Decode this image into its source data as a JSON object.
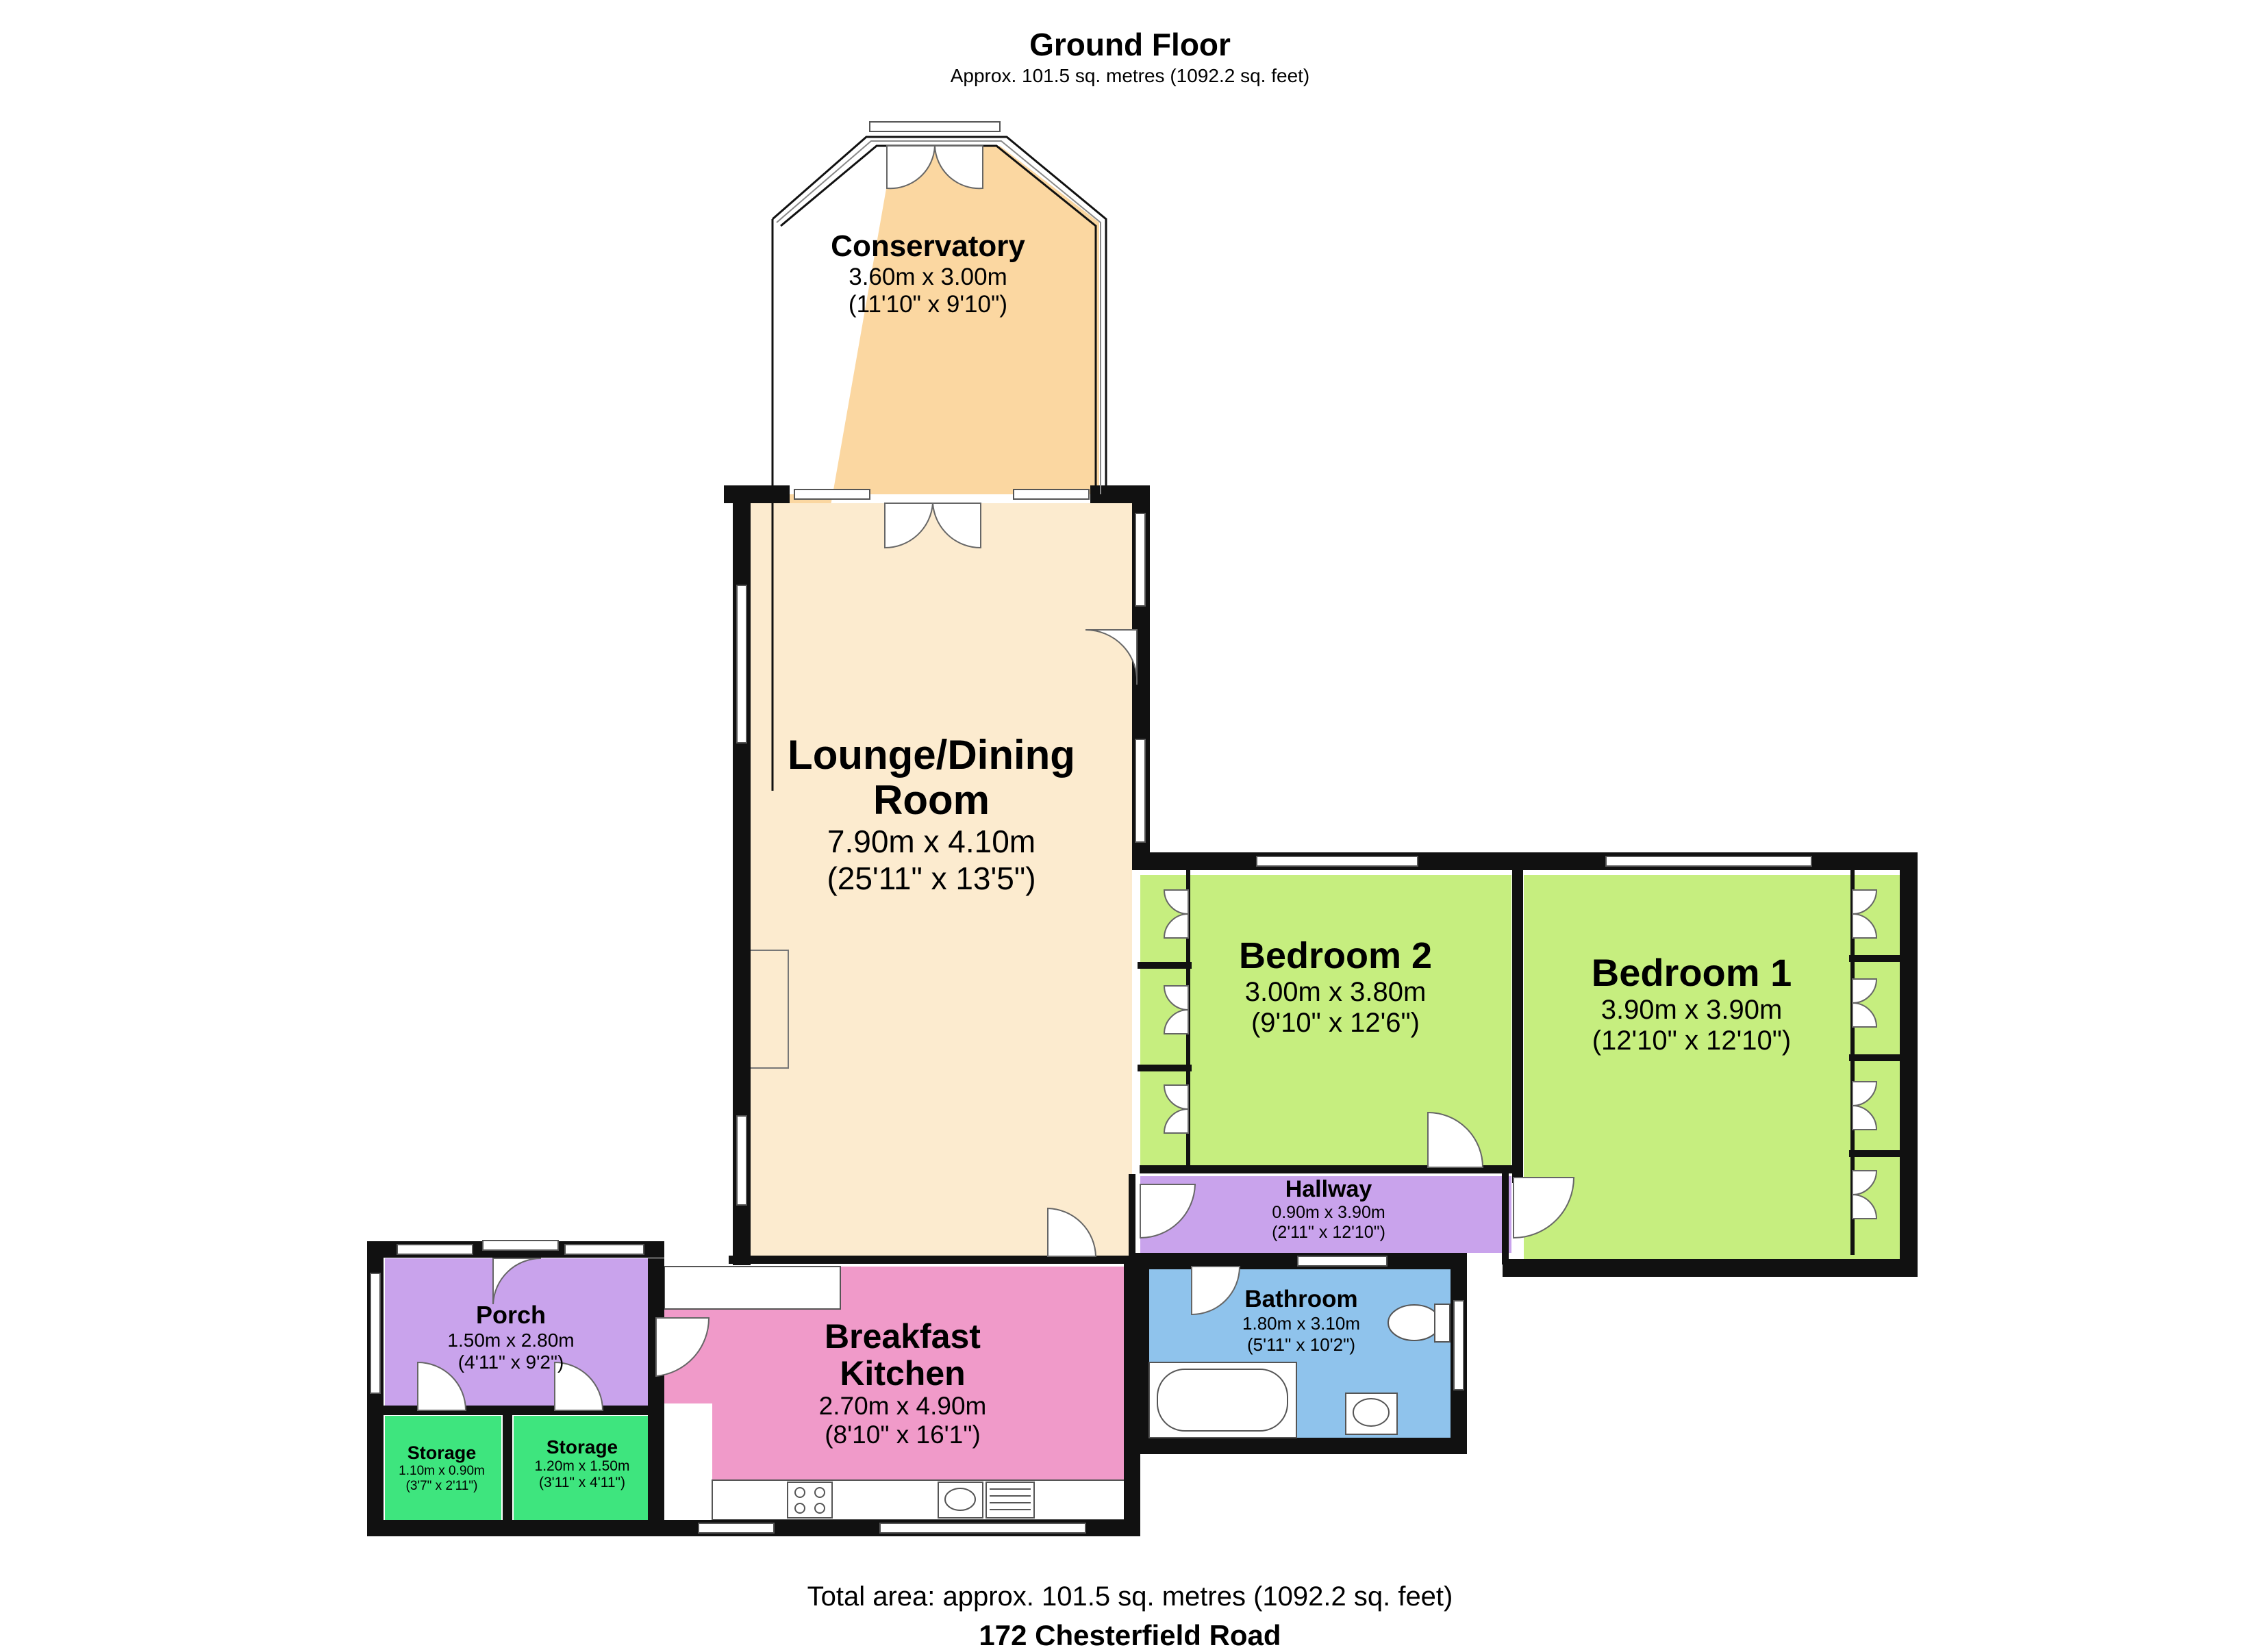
{
  "floor": {
    "title": "Ground Floor",
    "area": "Approx. 101.5 sq. metres (1092.2 sq. feet)"
  },
  "rooms": {
    "conservatory": {
      "name": "Conservatory",
      "metric": "3.60m x 3.00m",
      "imperial": "(11'10\" x 9'10\")",
      "color": "#fbd7a1"
    },
    "lounge": {
      "name_line1": "Lounge/Dining",
      "name_line2": "Room",
      "metric": "7.90m x 4.10m",
      "imperial": "(25'11\" x 13'5\")",
      "color": "#fcebcf"
    },
    "bedroom2": {
      "name": "Bedroom 2",
      "metric": "3.00m x 3.80m",
      "imperial": "(9'10\" x 12'6\")",
      "color": "#c6ee7f"
    },
    "bedroom1": {
      "name": "Bedroom 1",
      "metric": "3.90m x 3.90m",
      "imperial": "(12'10\" x 12'10\")",
      "color": "#c6ee7f"
    },
    "hallway": {
      "name": "Hallway",
      "metric": "0.90m x 3.90m",
      "imperial": "(2'11\" x 12'10\")",
      "color": "#c9a3ec"
    },
    "porch": {
      "name": "Porch",
      "metric": "1.50m x 2.80m",
      "imperial": "(4'11\" x 9'2\")",
      "color": "#c9a3ec"
    },
    "kitchen": {
      "name_line1": "Breakfast",
      "name_line2": "Kitchen",
      "metric": "2.70m x 4.90m",
      "imperial": "(8'10\" x 16'1\")",
      "color": "#f09ac9"
    },
    "bathroom": {
      "name": "Bathroom",
      "metric": "1.80m x 3.10m",
      "imperial": "(5'11\" x 10'2\")",
      "color": "#8fc3ec"
    },
    "storage1": {
      "name": "Storage",
      "metric": "1.10m x 0.90m",
      "imperial": "(3'7\" x 2'11\")",
      "color": "#3ee57e"
    },
    "storage2": {
      "name": "Storage",
      "metric": "1.20m x 1.50m",
      "imperial": "(3'11\" x 4'11\")",
      "color": "#3ee57e"
    }
  },
  "footer": {
    "total_area": "Total area: approx. 101.5 sq. metres (1092.2 sq. feet)",
    "address": "172 Chesterfield Road"
  }
}
